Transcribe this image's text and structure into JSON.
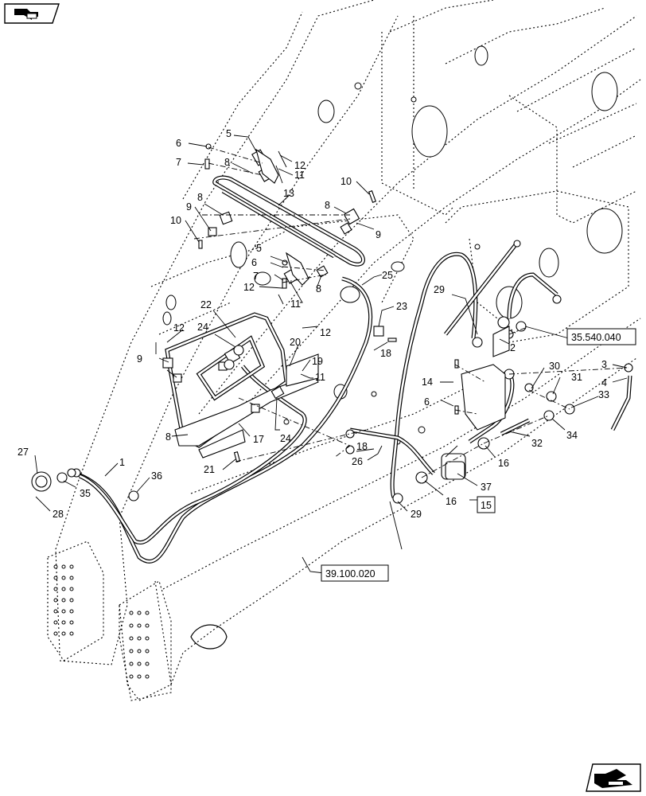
{
  "callouts": [
    {
      "n": "1"
    },
    {
      "n": "2"
    },
    {
      "n": "3"
    },
    {
      "n": "4"
    },
    {
      "n": "5"
    },
    {
      "n": "5"
    },
    {
      "n": "6"
    },
    {
      "n": "6"
    },
    {
      "n": "6"
    },
    {
      "n": "7"
    },
    {
      "n": "7"
    },
    {
      "n": "8"
    },
    {
      "n": "8"
    },
    {
      "n": "8"
    },
    {
      "n": "8"
    },
    {
      "n": "8"
    },
    {
      "n": "9"
    },
    {
      "n": "9"
    },
    {
      "n": "9"
    },
    {
      "n": "10"
    },
    {
      "n": "10"
    },
    {
      "n": "11"
    },
    {
      "n": "11"
    },
    {
      "n": "11"
    },
    {
      "n": "12"
    },
    {
      "n": "12"
    },
    {
      "n": "12"
    },
    {
      "n": "12"
    },
    {
      "n": "13"
    },
    {
      "n": "14"
    },
    {
      "n": "16"
    },
    {
      "n": "16"
    },
    {
      "n": "17"
    },
    {
      "n": "18"
    },
    {
      "n": "18"
    },
    {
      "n": "19"
    },
    {
      "n": "20"
    },
    {
      "n": "21"
    },
    {
      "n": "22"
    },
    {
      "n": "23"
    },
    {
      "n": "24"
    },
    {
      "n": "24"
    },
    {
      "n": "25"
    },
    {
      "n": "26"
    },
    {
      "n": "27"
    },
    {
      "n": "28"
    },
    {
      "n": "29"
    },
    {
      "n": "29"
    },
    {
      "n": "30"
    },
    {
      "n": "31"
    },
    {
      "n": "32"
    },
    {
      "n": "33"
    },
    {
      "n": "34"
    },
    {
      "n": "35"
    },
    {
      "n": "36"
    },
    {
      "n": "37"
    }
  ],
  "references": [
    {
      "text": "35.540.040"
    },
    {
      "text": "39.100.020"
    },
    {
      "text": "15"
    }
  ],
  "icons": {
    "top_left": "view-orientation-icon",
    "bottom_right": "navigate-next-icon"
  }
}
